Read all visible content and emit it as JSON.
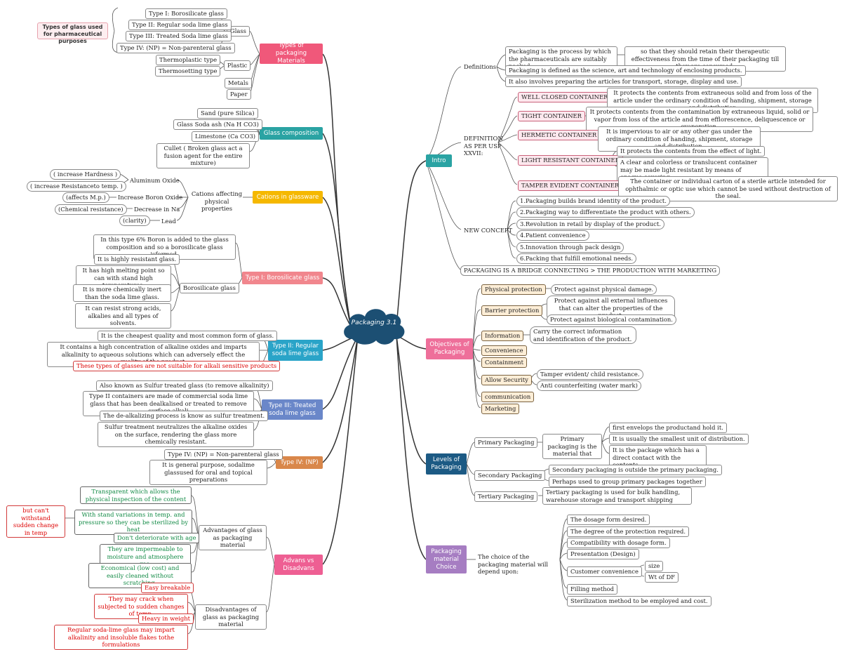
{
  "center": "Packaging 3.1",
  "colors": {
    "types": "#f0587a",
    "glass_comp": "#2aa3a3",
    "cations": "#f5b800",
    "type1": "#f1868d",
    "type2": "#2aa4c8",
    "type3": "#6a87c9",
    "type4": "#d9874a",
    "advans": "#ee5f93",
    "intro": "#2aa3a3",
    "objectives": "#ee6f9a",
    "levels": "#1c5a84",
    "choice": "#a67dc2",
    "center": "#1c4f73"
  },
  "types": {
    "title": "Types of packaging Materials",
    "callout": "Types of glass used for pharmaceutical purposes",
    "glass": "Glass",
    "glass_items": [
      "Type I: Borosilicate glass",
      "Type II: Regular soda lime glass",
      "Type III:  Treated Soda lime glass",
      "Type IV: (NP) = Non-parenteral glass"
    ],
    "plastic": "Plastic",
    "plastic_items": [
      "Thermoplastic type",
      "Thermosetting type"
    ],
    "metals": "Metals",
    "paper": "Paper"
  },
  "glass_comp": {
    "title": "Glass composition",
    "items": [
      "Sand (pure Silica)",
      "Glass Soda ash (Na H CO3)",
      "Limestone (Ca CO3)",
      "Cullet ( Broken glass act a fusion agent for the entire mixture)"
    ]
  },
  "cations": {
    "title": "Cations in glassware",
    "sub": "Cations affecting physical properties",
    "aluminum": "Aluminum Oxide",
    "al_items": [
      "( increase Hardness )",
      "( increase Resistanceto temp. )"
    ],
    "boron": "Increase Boron Oxide",
    "boron_item": "(affects M.p.)",
    "na": "Decrease in Na",
    "na_item": "(Chemical resistance)",
    "lead": "Lead",
    "lead_item": "(clarity)"
  },
  "type1": {
    "title": "Type I: Borosilicate glass",
    "note": "In this type 6% Boron is added to the glass composition and so a borosilicate glass isformed.",
    "sub": "Borosilicate glass",
    "items": [
      "It is highly resistant glass.",
      "It has high melting point so can with stand high temperatures.",
      "It is more chemically inert than the soda lime glass.",
      "It can resist strong acids, alkalies and all types of solvents."
    ]
  },
  "type2": {
    "title": "Type II: Regular soda lime glass",
    "items": [
      "It is the cheapest quality and most common form of glass.",
      "It contains a high concentration of alkaline oxides and imparts alkalinity to aqueous solutions which can adversely effect the quality of the product."
    ],
    "warning": "These types of glasses are not suitable for alkali sensitive products"
  },
  "type3": {
    "title": "Type III: Treated soda lime glass",
    "items": [
      "Also known as Sulfur treated glass (to remove alkalinity)",
      "Type II containers are made of commercial soda lime glass that has been dealkalised or treated to remove surface alkali",
      "The de-alkalizing process is know as sulfur treatment.",
      "Sulfur treatment neutralizes the alkaline oxides on the surface, rendering the glass more chemically resistant."
    ]
  },
  "type4": {
    "title": "Type IV: (NP)",
    "items": [
      "Type IV: (NP) = Non-parenteral glass",
      "It is general purpose, sodalime glassused for oral and topical preparations"
    ]
  },
  "advans": {
    "title": "Advans vs Disadvans",
    "adv": "Advantages of glass as packaging material",
    "adv_items": [
      "Transparent which allows the physical inspection of the content",
      "With stand variations in temp. and pressure so they can be sterilized by heat",
      "Don't deteriorate with age",
      "They are impermeable to moisture and atmosphere gas.",
      "Economical (low cost) and easily cleaned without scratching."
    ],
    "adv_note": "but can't withstand sudden change in temp",
    "dis": "Disadvantages of glass as packaging material",
    "dis_items": [
      "Easy breakable",
      "They may crack when subjected to sudden changes of temp.",
      "Heavy in weight",
      "Regular soda-lime glass may impart alkalinity and insoluble flakes tothe formulations"
    ]
  },
  "intro": {
    "title": "Intro",
    "definitions": "Definitions",
    "def_items": [
      "Packaging is the process by which the pharmaceuticals are suitably packed",
      "Packaging is defined as the science, art and technology of enclosing products.",
      "It also involves preparing the articles for transport, storage, display and use."
    ],
    "def_note": "so that they should retain their therapeutic effectiveness from the time of their packaging till they are consumed.",
    "usp": "DEFINITION AS PER USP XXVII:",
    "usp_items": [
      {
        "label": "WELL CLOSED CONTAINER",
        "desc": [
          "It protects the contents from extraneous solid and from loss of the article under the ordinary condition of handing, shipment, storage and distribution"
        ]
      },
      {
        "label": "TIGHT CONTAINER",
        "desc": [
          "It protects contents from the contamination by extraneous liquid, solid or vapor from loss of the article and from efflorescence, deliquescence or evaporation."
        ]
      },
      {
        "label": "HERMETIC CONTAINER",
        "desc": [
          "It is impervious to air or any other gas under the ordinary condition of handing, shipment, storage and distribution."
        ]
      },
      {
        "label": "LIGHT RESISTANT CONTAINER",
        "desc": [
          "It protects the contents from the effect of light.",
          "A clear and colorless or translucent container may be made light resistant by means of opaque covering."
        ]
      },
      {
        "label": "TAMPER EVIDENT CONTAINER:",
        "desc": [
          "The container or individual carton of a sterile article intended for ophthalmic or optic use which cannot be used without destruction of the seal."
        ]
      }
    ],
    "concept": "NEW CONCEPT",
    "concept_items": [
      "1.Packaging builds brand identity of the product.",
      "2.Packaging way to differentiate the product with others.",
      "3.Revolution in retail by display of the product.",
      "4.Patient convenience",
      "5.Innovation through pack design",
      "6.Packing that fulfill emotional needs."
    ],
    "bridge": "PACKAGING IS A BRIDGE CONNECTING > THE PRODUCTION WITH MARKETING"
  },
  "objectives": {
    "title": "Objectives of Packaging",
    "items": [
      {
        "label": "Physical protection",
        "desc": [
          "Protect against physical damage."
        ]
      },
      {
        "label": "Barrier protection",
        "desc": [
          "Protect against all external influences that can alter the properties of the product.",
          "Protect against biological contamination."
        ]
      },
      {
        "label": "Information",
        "desc": [
          "Carry the correct information and identification of the product."
        ]
      },
      {
        "label": "Convenience",
        "desc": []
      },
      {
        "label": "Containment",
        "desc": []
      },
      {
        "label": "Allow Security",
        "desc": [
          "Tamper evident/ child resistance.",
          "Anti counterfeiting (water mark)"
        ]
      },
      {
        "label": "communication",
        "desc": []
      },
      {
        "label": "Marketing",
        "desc": []
      }
    ]
  },
  "levels": {
    "title": "Levels of Packaging",
    "primary": "Primary Packaging",
    "primary_def": "Primary packaging is the material that",
    "primary_items": [
      "first envelops the productand hold it.",
      "It is usually the smallest unit of distribution.",
      "It is the package which has a direct contact with the contents."
    ],
    "secondary": "Secondary Packaging",
    "secondary_items": [
      "Secondary packaging is outside the primary packaging.",
      "Perhaps used to group primary packages together"
    ],
    "tertiary": "Tertiary Packaging",
    "tertiary_item": "Tertiary packaging is used for bulk handling, warehouse storage and transport shipping"
  },
  "choice": {
    "title": "Packaging material Choice",
    "sub": "The choice of the packaging material will depend upon:",
    "items": [
      "The dosage form desired.",
      "The degree of the protection required.",
      "Compatibility with dosage form.",
      "Presentation (Design)",
      "Customer convenience",
      "Filling method",
      "Sterilization method to be employed and cost."
    ],
    "customer_items": [
      "size",
      "Wt of DF"
    ]
  }
}
